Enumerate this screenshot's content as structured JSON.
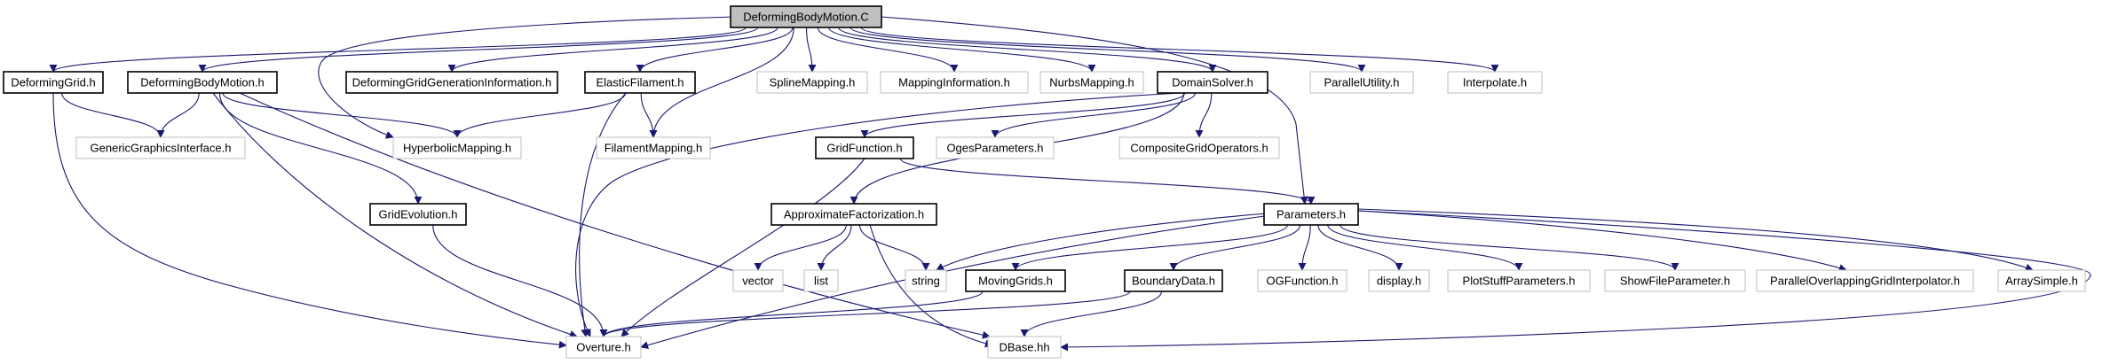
{
  "diagram": {
    "type": "include-dependency-graph",
    "colors": {
      "edge": "#191970",
      "root_fill": "#bfbfbf",
      "documented_border": "#000000",
      "undocumented_border": "#bfbfbf",
      "node_fill": "#ffffff"
    },
    "nodes": [
      {
        "id": "root",
        "label": "DeformingBodyMotion.C",
        "style": "root"
      },
      {
        "id": "deforminggrid",
        "label": "DeformingGrid.h",
        "style": "documented"
      },
      {
        "id": "deformingbodymotion",
        "label": "DeformingBodyMotion.h",
        "style": "documented"
      },
      {
        "id": "deforminggridgen",
        "label": "DeformingGridGenerationInformation.h",
        "style": "documented"
      },
      {
        "id": "elasticfilament",
        "label": "ElasticFilament.h",
        "style": "documented"
      },
      {
        "id": "splinemapping",
        "label": "SplineMapping.h",
        "style": "external"
      },
      {
        "id": "mappinginformation",
        "label": "MappingInformation.h",
        "style": "external"
      },
      {
        "id": "nurbsmapping",
        "label": "NurbsMapping.h",
        "style": "external"
      },
      {
        "id": "domainsolver",
        "label": "DomainSolver.h",
        "style": "documented"
      },
      {
        "id": "parallelutility",
        "label": "ParallelUtility.h",
        "style": "external"
      },
      {
        "id": "interpolate",
        "label": "Interpolate.h",
        "style": "external"
      },
      {
        "id": "genericgraphics",
        "label": "GenericGraphicsInterface.h",
        "style": "external"
      },
      {
        "id": "hyperbolicmapping",
        "label": "HyperbolicMapping.h",
        "style": "external"
      },
      {
        "id": "filamentmapping",
        "label": "FilamentMapping.h",
        "style": "external"
      },
      {
        "id": "gridfunction",
        "label": "GridFunction.h",
        "style": "documented"
      },
      {
        "id": "ogesparameters",
        "label": "OgesParameters.h",
        "style": "external"
      },
      {
        "id": "compositegridoperators",
        "label": "CompositeGridOperators.h",
        "style": "external"
      },
      {
        "id": "gridevolution",
        "label": "GridEvolution.h",
        "style": "documented"
      },
      {
        "id": "approximatefactorization",
        "label": "ApproximateFactorization.h",
        "style": "documented"
      },
      {
        "id": "parameters",
        "label": "Parameters.h",
        "style": "documented"
      },
      {
        "id": "vector",
        "label": "vector",
        "style": "external"
      },
      {
        "id": "list",
        "label": "list",
        "style": "external"
      },
      {
        "id": "string",
        "label": "string",
        "style": "external"
      },
      {
        "id": "movinggrids",
        "label": "MovingGrids.h",
        "style": "documented"
      },
      {
        "id": "boundarydata",
        "label": "BoundaryData.h",
        "style": "documented"
      },
      {
        "id": "ogfunction",
        "label": "OGFunction.h",
        "style": "external"
      },
      {
        "id": "display",
        "label": "display.h",
        "style": "external"
      },
      {
        "id": "plotstuffparameters",
        "label": "PlotStuffParameters.h",
        "style": "external"
      },
      {
        "id": "showfileparameter",
        "label": "ShowFileParameter.h",
        "style": "external"
      },
      {
        "id": "paralleloverlapping",
        "label": "ParallelOverlappingGridInterpolator.h",
        "style": "external"
      },
      {
        "id": "arraysimple",
        "label": "ArraySimple.h",
        "style": "external"
      },
      {
        "id": "overture",
        "label": "Overture.h",
        "style": "external"
      },
      {
        "id": "dbase",
        "label": "DBase.hh",
        "style": "external"
      }
    ],
    "edges": [
      [
        "root",
        "deforminggrid"
      ],
      [
        "root",
        "deformingbodymotion"
      ],
      [
        "root",
        "deforminggridgen"
      ],
      [
        "root",
        "elasticfilament"
      ],
      [
        "root",
        "splinemapping"
      ],
      [
        "root",
        "mappinginformation"
      ],
      [
        "root",
        "nurbsmapping"
      ],
      [
        "root",
        "domainsolver"
      ],
      [
        "root",
        "parallelutility"
      ],
      [
        "root",
        "interpolate"
      ],
      [
        "root",
        "hyperbolicmapping"
      ],
      [
        "root",
        "filamentmapping"
      ],
      [
        "root",
        "parameters"
      ],
      [
        "deforminggrid",
        "genericgraphics"
      ],
      [
        "deforminggrid",
        "overture"
      ],
      [
        "deformingbodymotion",
        "genericgraphics"
      ],
      [
        "deformingbodymotion",
        "hyperbolicmapping"
      ],
      [
        "deformingbodymotion",
        "gridevolution"
      ],
      [
        "deformingbodymotion",
        "overture"
      ],
      [
        "deformingbodymotion",
        "dbase"
      ],
      [
        "elasticfilament",
        "hyperbolicmapping"
      ],
      [
        "elasticfilament",
        "filamentmapping"
      ],
      [
        "elasticfilament",
        "overture"
      ],
      [
        "domainsolver",
        "gridfunction"
      ],
      [
        "domainsolver",
        "ogesparameters"
      ],
      [
        "domainsolver",
        "compositegridoperators"
      ],
      [
        "domainsolver",
        "approximatefactorization"
      ],
      [
        "domainsolver",
        "overture"
      ],
      [
        "gridfunction",
        "parameters"
      ],
      [
        "gridfunction",
        "overture"
      ],
      [
        "gridevolution",
        "overture"
      ],
      [
        "approximatefactorization",
        "vector"
      ],
      [
        "approximatefactorization",
        "list"
      ],
      [
        "approximatefactorization",
        "string"
      ],
      [
        "approximatefactorization",
        "dbase"
      ],
      [
        "parameters",
        "string"
      ],
      [
        "parameters",
        "movinggrids"
      ],
      [
        "parameters",
        "boundarydata"
      ],
      [
        "parameters",
        "ogfunction"
      ],
      [
        "parameters",
        "display"
      ],
      [
        "parameters",
        "plotstuffparameters"
      ],
      [
        "parameters",
        "showfileparameter"
      ],
      [
        "parameters",
        "paralleloverlapping"
      ],
      [
        "parameters",
        "arraysimple"
      ],
      [
        "parameters",
        "overture"
      ],
      [
        "parameters",
        "dbase"
      ],
      [
        "movinggrids",
        "overture"
      ],
      [
        "boundarydata",
        "overture"
      ],
      [
        "boundarydata",
        "dbase"
      ]
    ]
  }
}
